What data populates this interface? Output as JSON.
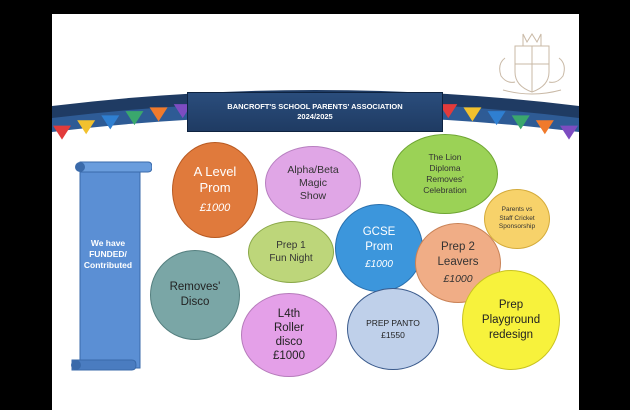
{
  "banner": {
    "line1": "BANCROFT'S SCHOOL PARENTS' ASSOCIATION",
    "line2": "2024/2025"
  },
  "scroll": {
    "text": "We have\nFUNDED/\nContributed"
  },
  "bubbles": {
    "alevel": {
      "label": "A Level\nProm",
      "amount": "£1000"
    },
    "alpha": {
      "label": "Alpha/Beta\nMagic\nShow"
    },
    "lion": {
      "label": "The Lion\nDiploma\nRemoves'\nCelebration"
    },
    "cricket": {
      "label": "Parents vs\nStaff Cricket\nSponsorship"
    },
    "prep1": {
      "label": "Prep 1\nFun Night"
    },
    "gcse": {
      "label": "GCSE\nProm",
      "amount": "£1000"
    },
    "prep2": {
      "label": "Prep 2\nLeavers",
      "amount": "£1000"
    },
    "removes": {
      "label": "Removes'\nDisco"
    },
    "l4th": {
      "label": "L4th\nRoller\ndisco\n£1000"
    },
    "panto": {
      "label": "PREP PANTO\n£1550"
    },
    "playground": {
      "label": "Prep\nPlayground\nredesign"
    }
  },
  "colors": {
    "orange": "#e07a3c",
    "lilac": "#e0a6e6",
    "green": "#9bd256",
    "yellow_light": "#f7d26a",
    "olive": "#bdd67a",
    "blue": "#3c96dc",
    "peach": "#f0ad86",
    "teal": "#7aa6a6",
    "pink": "#e4a0e8",
    "pale_blue": "#bfd0ea",
    "yellow": "#f7f23c"
  }
}
